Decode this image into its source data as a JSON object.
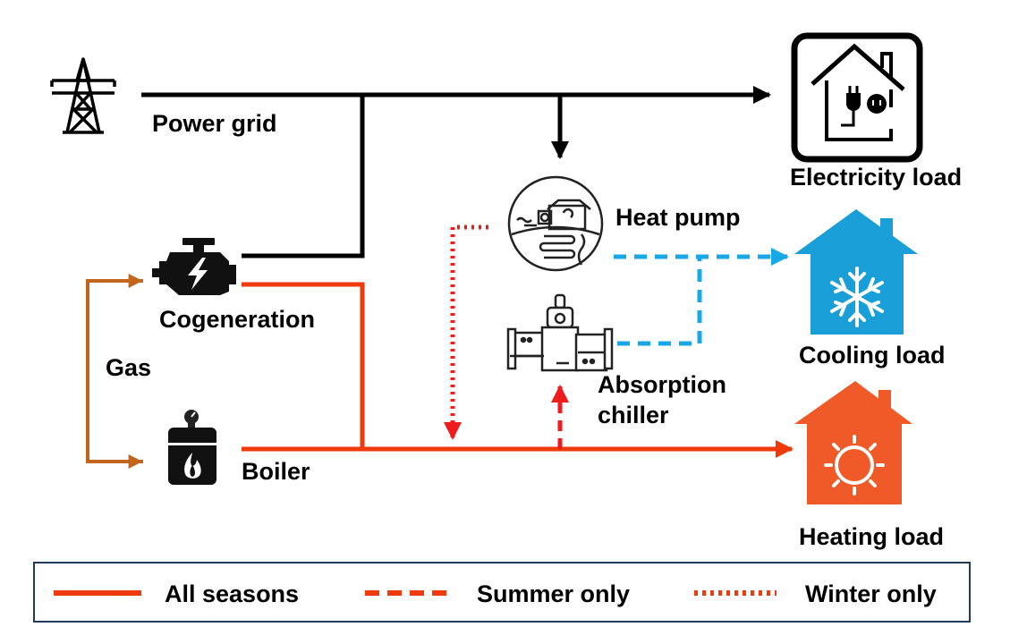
{
  "nodes": {
    "power_grid": "Power grid",
    "cogeneration": "Cogeneration",
    "gas": "Gas",
    "boiler": "Boiler",
    "heat_pump": "Heat pump",
    "absorption_chiller_line1": "Absorption",
    "absorption_chiller_line2": "chiller",
    "electricity_load": "Electricity load",
    "cooling_load": "Cooling load",
    "heating_load": "Heating load"
  },
  "legend": {
    "all_seasons": "All seasons",
    "summer_only": "Summer only",
    "winter_only": "Winter only"
  },
  "colors": {
    "electricity": "#000000",
    "heat": "#ee3a0c",
    "cooling": "#1aa7e6",
    "gas": "#c1661c",
    "cooling_house": "#1a9ed8",
    "heating_house": "#f05a28",
    "legend_border": "#1f3a5a"
  },
  "icons": {
    "power_grid": "transmission-tower-icon",
    "cogeneration": "engine-icon",
    "boiler": "boiler-flame-icon",
    "heat_pump": "heat-pump-icon",
    "absorption_chiller": "chiller-machine-icon",
    "electricity_load": "house-plug-icon",
    "cooling_load": "house-snowflake-icon",
    "heating_load": "house-sun-icon"
  }
}
